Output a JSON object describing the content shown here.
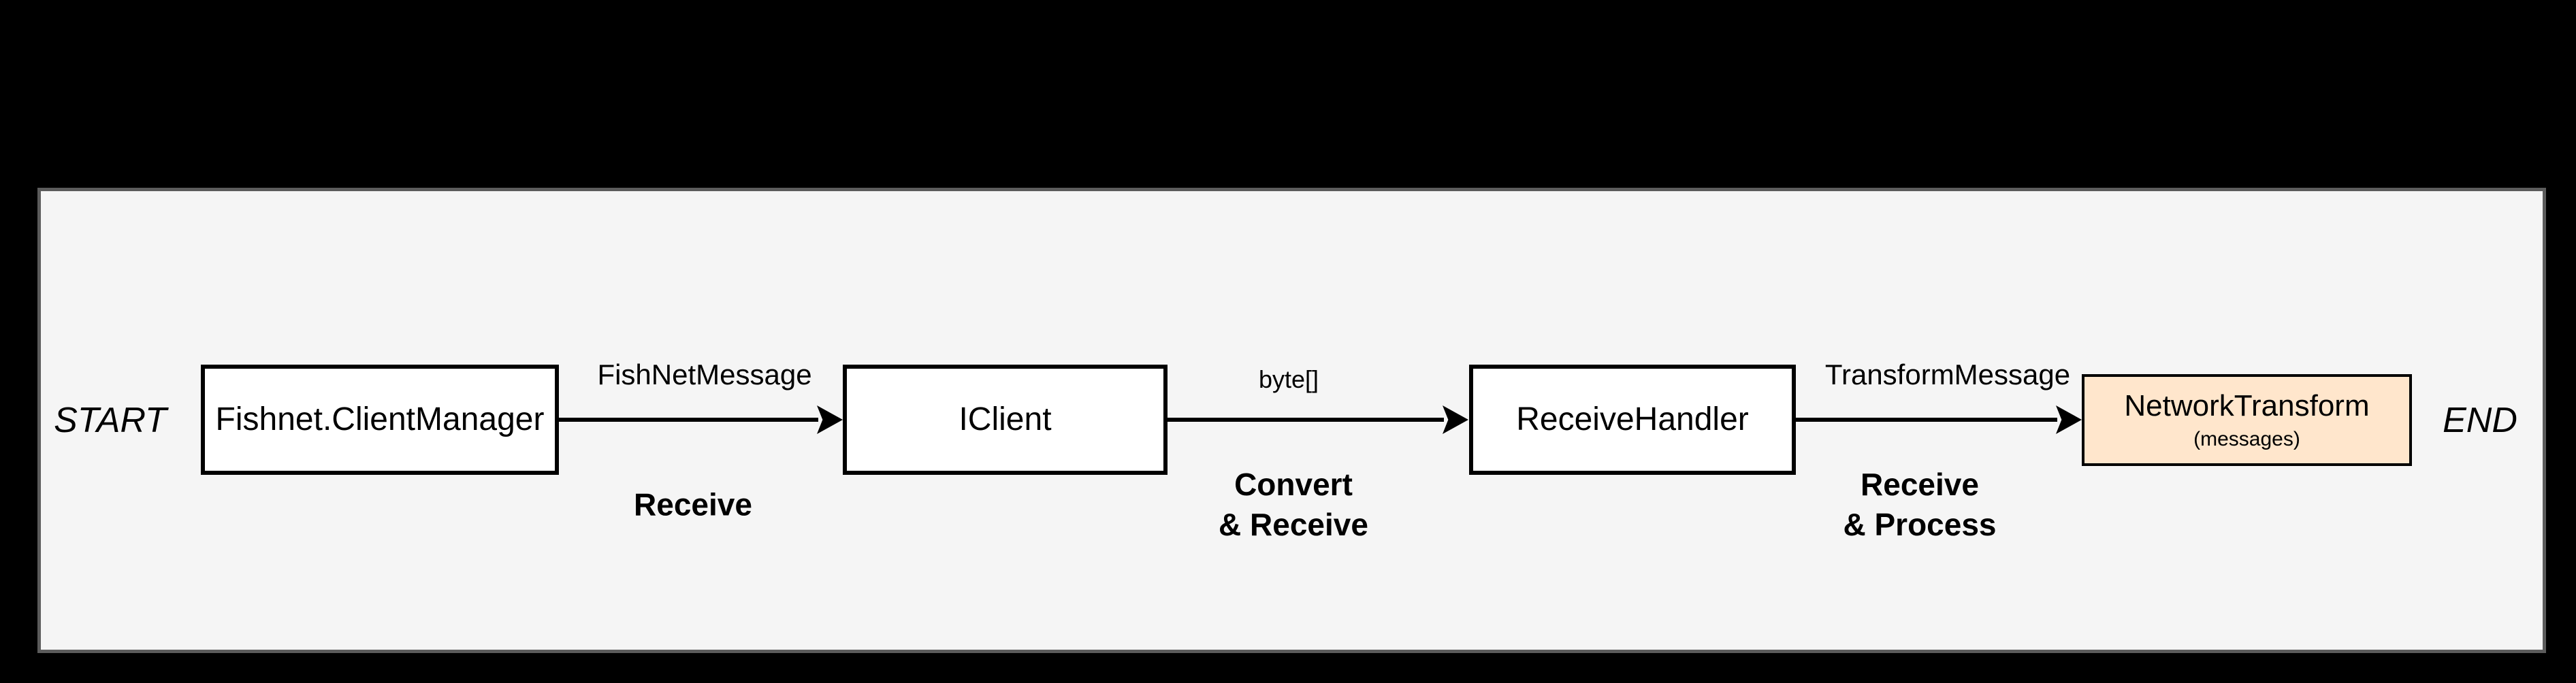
{
  "window": {
    "background": "#000000"
  },
  "panel": {
    "background": "#f5f5f5",
    "border_color": "#5c5c5c"
  },
  "flow": {
    "start_label": "START",
    "end_label": "END",
    "nodes": [
      {
        "label": "Fishnet.ClientManager",
        "fill": "#ffffff",
        "stroke": "#000000"
      },
      {
        "label": "IClient",
        "fill": "#ffffff",
        "stroke": "#000000"
      },
      {
        "label": "ReceiveHandler",
        "fill": "#ffffff",
        "stroke": "#000000"
      },
      {
        "label": "NetworkTransform",
        "sublabel": "(messages)",
        "fill": "#ffe6cc",
        "stroke": "#d79b00"
      }
    ],
    "edges": [
      {
        "data_label": "FishNetMessage",
        "action_line1": "Receive",
        "action_line2": ""
      },
      {
        "data_label": "byte[]",
        "action_line1": "Convert",
        "action_line2": "& Receive"
      },
      {
        "data_label": "TransformMessage",
        "action_line1": "Receive",
        "action_line2": "& Process"
      }
    ]
  }
}
